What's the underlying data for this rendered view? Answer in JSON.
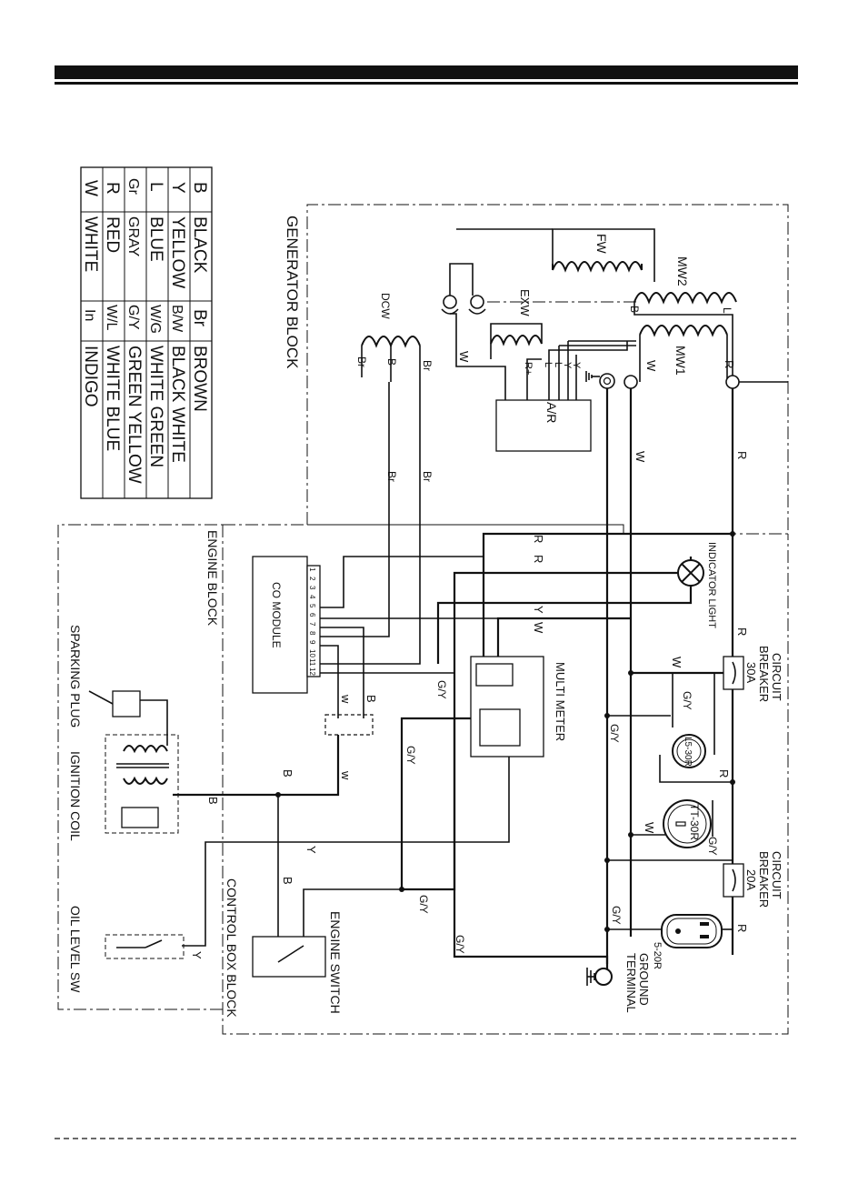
{
  "legend": {
    "entries": [
      {
        "code": "B",
        "name": "BLACK"
      },
      {
        "code": "Y",
        "name": "YELLOW"
      },
      {
        "code": "L",
        "name": "BLUE"
      },
      {
        "code": "Gr",
        "name": "GRAY"
      },
      {
        "code": "R",
        "name": "RED"
      },
      {
        "code": "W",
        "name": "WHITE"
      },
      {
        "code": "Br",
        "name": "BROWN"
      },
      {
        "code": "B/W",
        "name": "BLACK WHITE"
      },
      {
        "code": "W/G",
        "name": "WHITE GREEN"
      },
      {
        "code": "G/Y",
        "name": "GREEN YELLOW"
      },
      {
        "code": "W/L",
        "name": "WHITE BLUE"
      },
      {
        "code": "In",
        "name": "INDIGO"
      }
    ]
  },
  "blocks": {
    "generator": "GENERATOR BLOCK",
    "engine": "ENGINE BLOCK",
    "control_box": "CONTROL BOX BLOCK"
  },
  "components": {
    "fw": "FW",
    "mw2": "MW2",
    "mw1": "MW1",
    "exw": "EXW",
    "dcw": "DCW",
    "avr": "A/R",
    "avr_plus": "R+",
    "indicator_light": "INDICATOR LIGHT",
    "co_module": "CO MODULE",
    "multi_meter": "MULTI METER",
    "circuit_breaker_label": "CIRCUIT",
    "breaker_word": "BREAKER",
    "breaker_30": "30A",
    "breaker_20": "20A",
    "outlet_l530": "L5-30R",
    "outlet_tt30": "TT-30R",
    "outlet_520": "5-20R",
    "ground": "GROUND",
    "terminal": "TERMINAL",
    "engine_switch": "ENGINE SWITCH",
    "sparking_plug": "SPARKING PLUG",
    "ignition_coil": "IGNITION COIL",
    "oil_level_sw": "OIL LEVEL SW",
    "pins": [
      "1",
      "2",
      "3",
      "4",
      "5",
      "6",
      "7",
      "8",
      "9",
      "10",
      "11",
      "12"
    ]
  },
  "wire_labels": {
    "B": "B",
    "Br": "Br",
    "W": "W",
    "w": "w",
    "R": "R",
    "Y": "Y",
    "L": "L",
    "GY": "G/Y"
  }
}
